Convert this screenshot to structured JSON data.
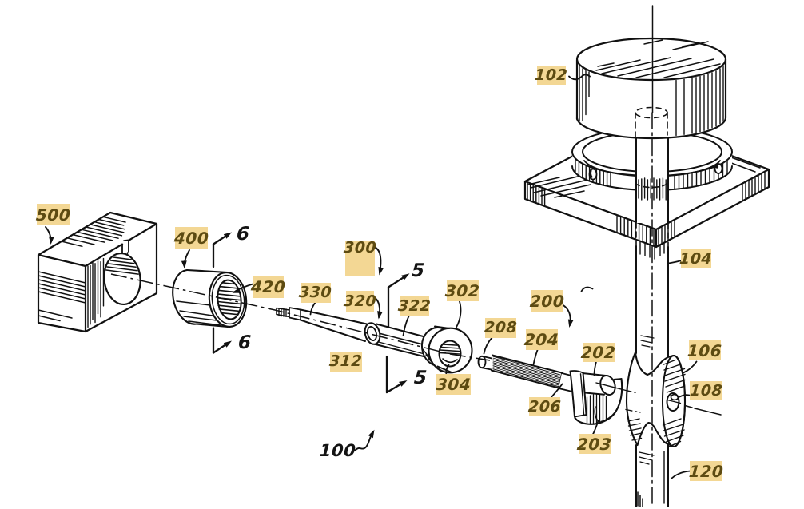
{
  "figure": {
    "title": "Patent exploded-view mechanical assembly drawing",
    "background_color": "#ffffff",
    "line_color": "#111111",
    "highlight_color": "#f3d794",
    "highlight_text_color": "#5d4b12",
    "plain_text_color": "#141414",
    "highlighted_reference_numerals": [
      "102",
      "104",
      "106",
      "108",
      "120",
      "500",
      "400",
      "420",
      "330",
      "300",
      "320",
      "322",
      "302",
      "304",
      "312",
      "208",
      "200",
      "204",
      "206",
      "202",
      "203"
    ],
    "plain_reference_numerals": [
      "5",
      "5",
      "6",
      "6",
      "100"
    ],
    "labels": [
      {
        "id": "102",
        "text": "102",
        "highlighted": true
      },
      {
        "id": "104",
        "text": "104",
        "highlighted": true
      },
      {
        "id": "106",
        "text": "106",
        "highlighted": true
      },
      {
        "id": "108",
        "text": "108",
        "highlighted": true
      },
      {
        "id": "120",
        "text": "120",
        "highlighted": true
      },
      {
        "id": "500",
        "text": "500",
        "highlighted": true
      },
      {
        "id": "400",
        "text": "400",
        "highlighted": true
      },
      {
        "id": "420",
        "text": "420",
        "highlighted": true
      },
      {
        "id": "330",
        "text": "330",
        "highlighted": true
      },
      {
        "id": "300",
        "text": "300",
        "highlighted": true
      },
      {
        "id": "320",
        "text": "320",
        "highlighted": true
      },
      {
        "id": "322",
        "text": "322",
        "highlighted": true
      },
      {
        "id": "302",
        "text": "302",
        "highlighted": true
      },
      {
        "id": "304",
        "text": "304",
        "highlighted": true
      },
      {
        "id": "312",
        "text": "312",
        "highlighted": true
      },
      {
        "id": "208",
        "text": "208",
        "highlighted": true
      },
      {
        "id": "200",
        "text": "200",
        "highlighted": true
      },
      {
        "id": "204",
        "text": "204",
        "highlighted": true
      },
      {
        "id": "206",
        "text": "206",
        "highlighted": true
      },
      {
        "id": "202",
        "text": "202",
        "highlighted": true
      },
      {
        "id": "203",
        "text": "203",
        "highlighted": true
      },
      {
        "id": "5a",
        "text": "5",
        "highlighted": false
      },
      {
        "id": "5b",
        "text": "5",
        "highlighted": false
      },
      {
        "id": "6a",
        "text": "6",
        "highlighted": false
      },
      {
        "id": "6b",
        "text": "6",
        "highlighted": false
      },
      {
        "id": "100",
        "text": "100",
        "highlighted": false
      }
    ]
  }
}
